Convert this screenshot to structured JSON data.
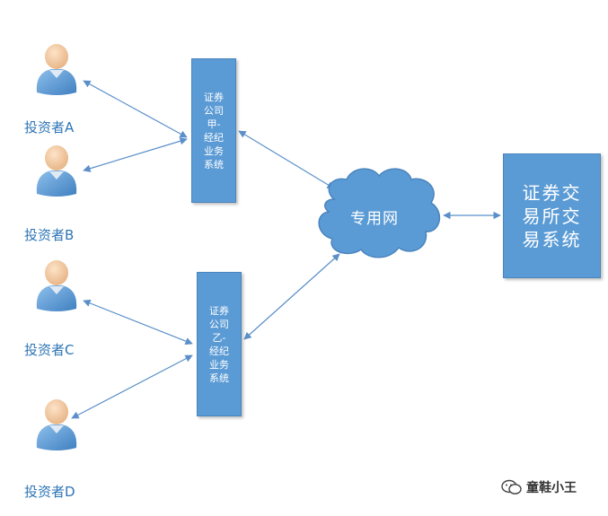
{
  "investors": [
    {
      "label": "投资者A"
    },
    {
      "label": "投资者B"
    },
    {
      "label": "投资者C"
    },
    {
      "label": "投资者D"
    }
  ],
  "broker_a": {
    "lines": [
      "证券",
      "公司",
      "甲-",
      "经纪",
      "业务",
      "系统"
    ]
  },
  "broker_b": {
    "lines": [
      "证券",
      "公司",
      "乙-",
      "经纪",
      "业务",
      "系统"
    ]
  },
  "network": {
    "label": "专用网"
  },
  "exchange": {
    "lines": [
      "证券交",
      "易所交",
      "易系统"
    ]
  },
  "watermark": {
    "text": "童鞋小王",
    "icon": "wechat-icon"
  },
  "colors": {
    "box_fill": "#5b9bd5",
    "label_text": "#2e75b6",
    "arrow": "#5b8fc9",
    "person_body": "#5b9bd5",
    "person_head": "#f2c9a0"
  }
}
